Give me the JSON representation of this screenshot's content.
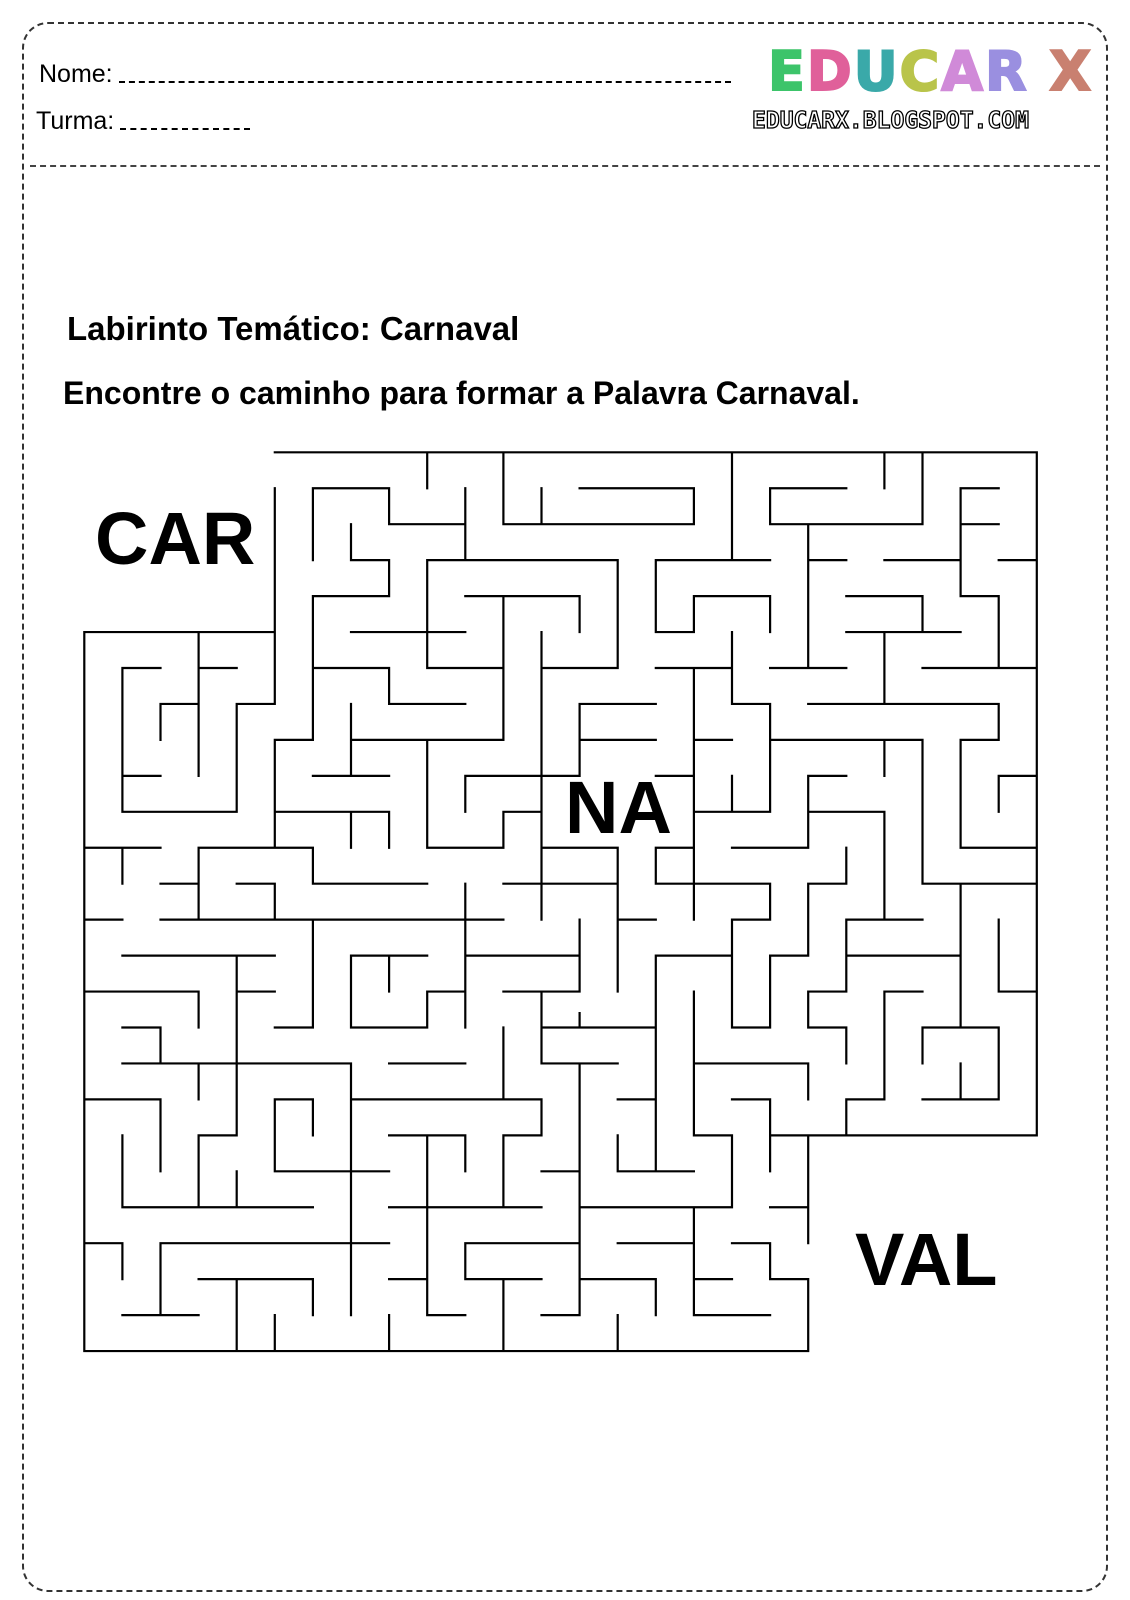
{
  "header": {
    "name_label": "Nome:",
    "class_label": "Turma:",
    "logo_text": "EDUCAR X",
    "logo_letters": [
      "E",
      "D",
      "U",
      "C",
      "A",
      "R",
      "X"
    ],
    "logo_colors": [
      "#3cc46a",
      "#e0609a",
      "#3aa9a9",
      "#b9c44a",
      "#d08ad8",
      "#9a8fe0",
      "#c98070"
    ],
    "site_url": "EDUCARX.BLOGSPOT.COM"
  },
  "worksheet": {
    "title": "Labirinto Temático: Carnaval",
    "instruction": "Encontre o caminho para formar a Palavra Carnaval."
  },
  "maze": {
    "start_label": "CAR",
    "middle_label": "NA",
    "end_label": "VAL"
  }
}
